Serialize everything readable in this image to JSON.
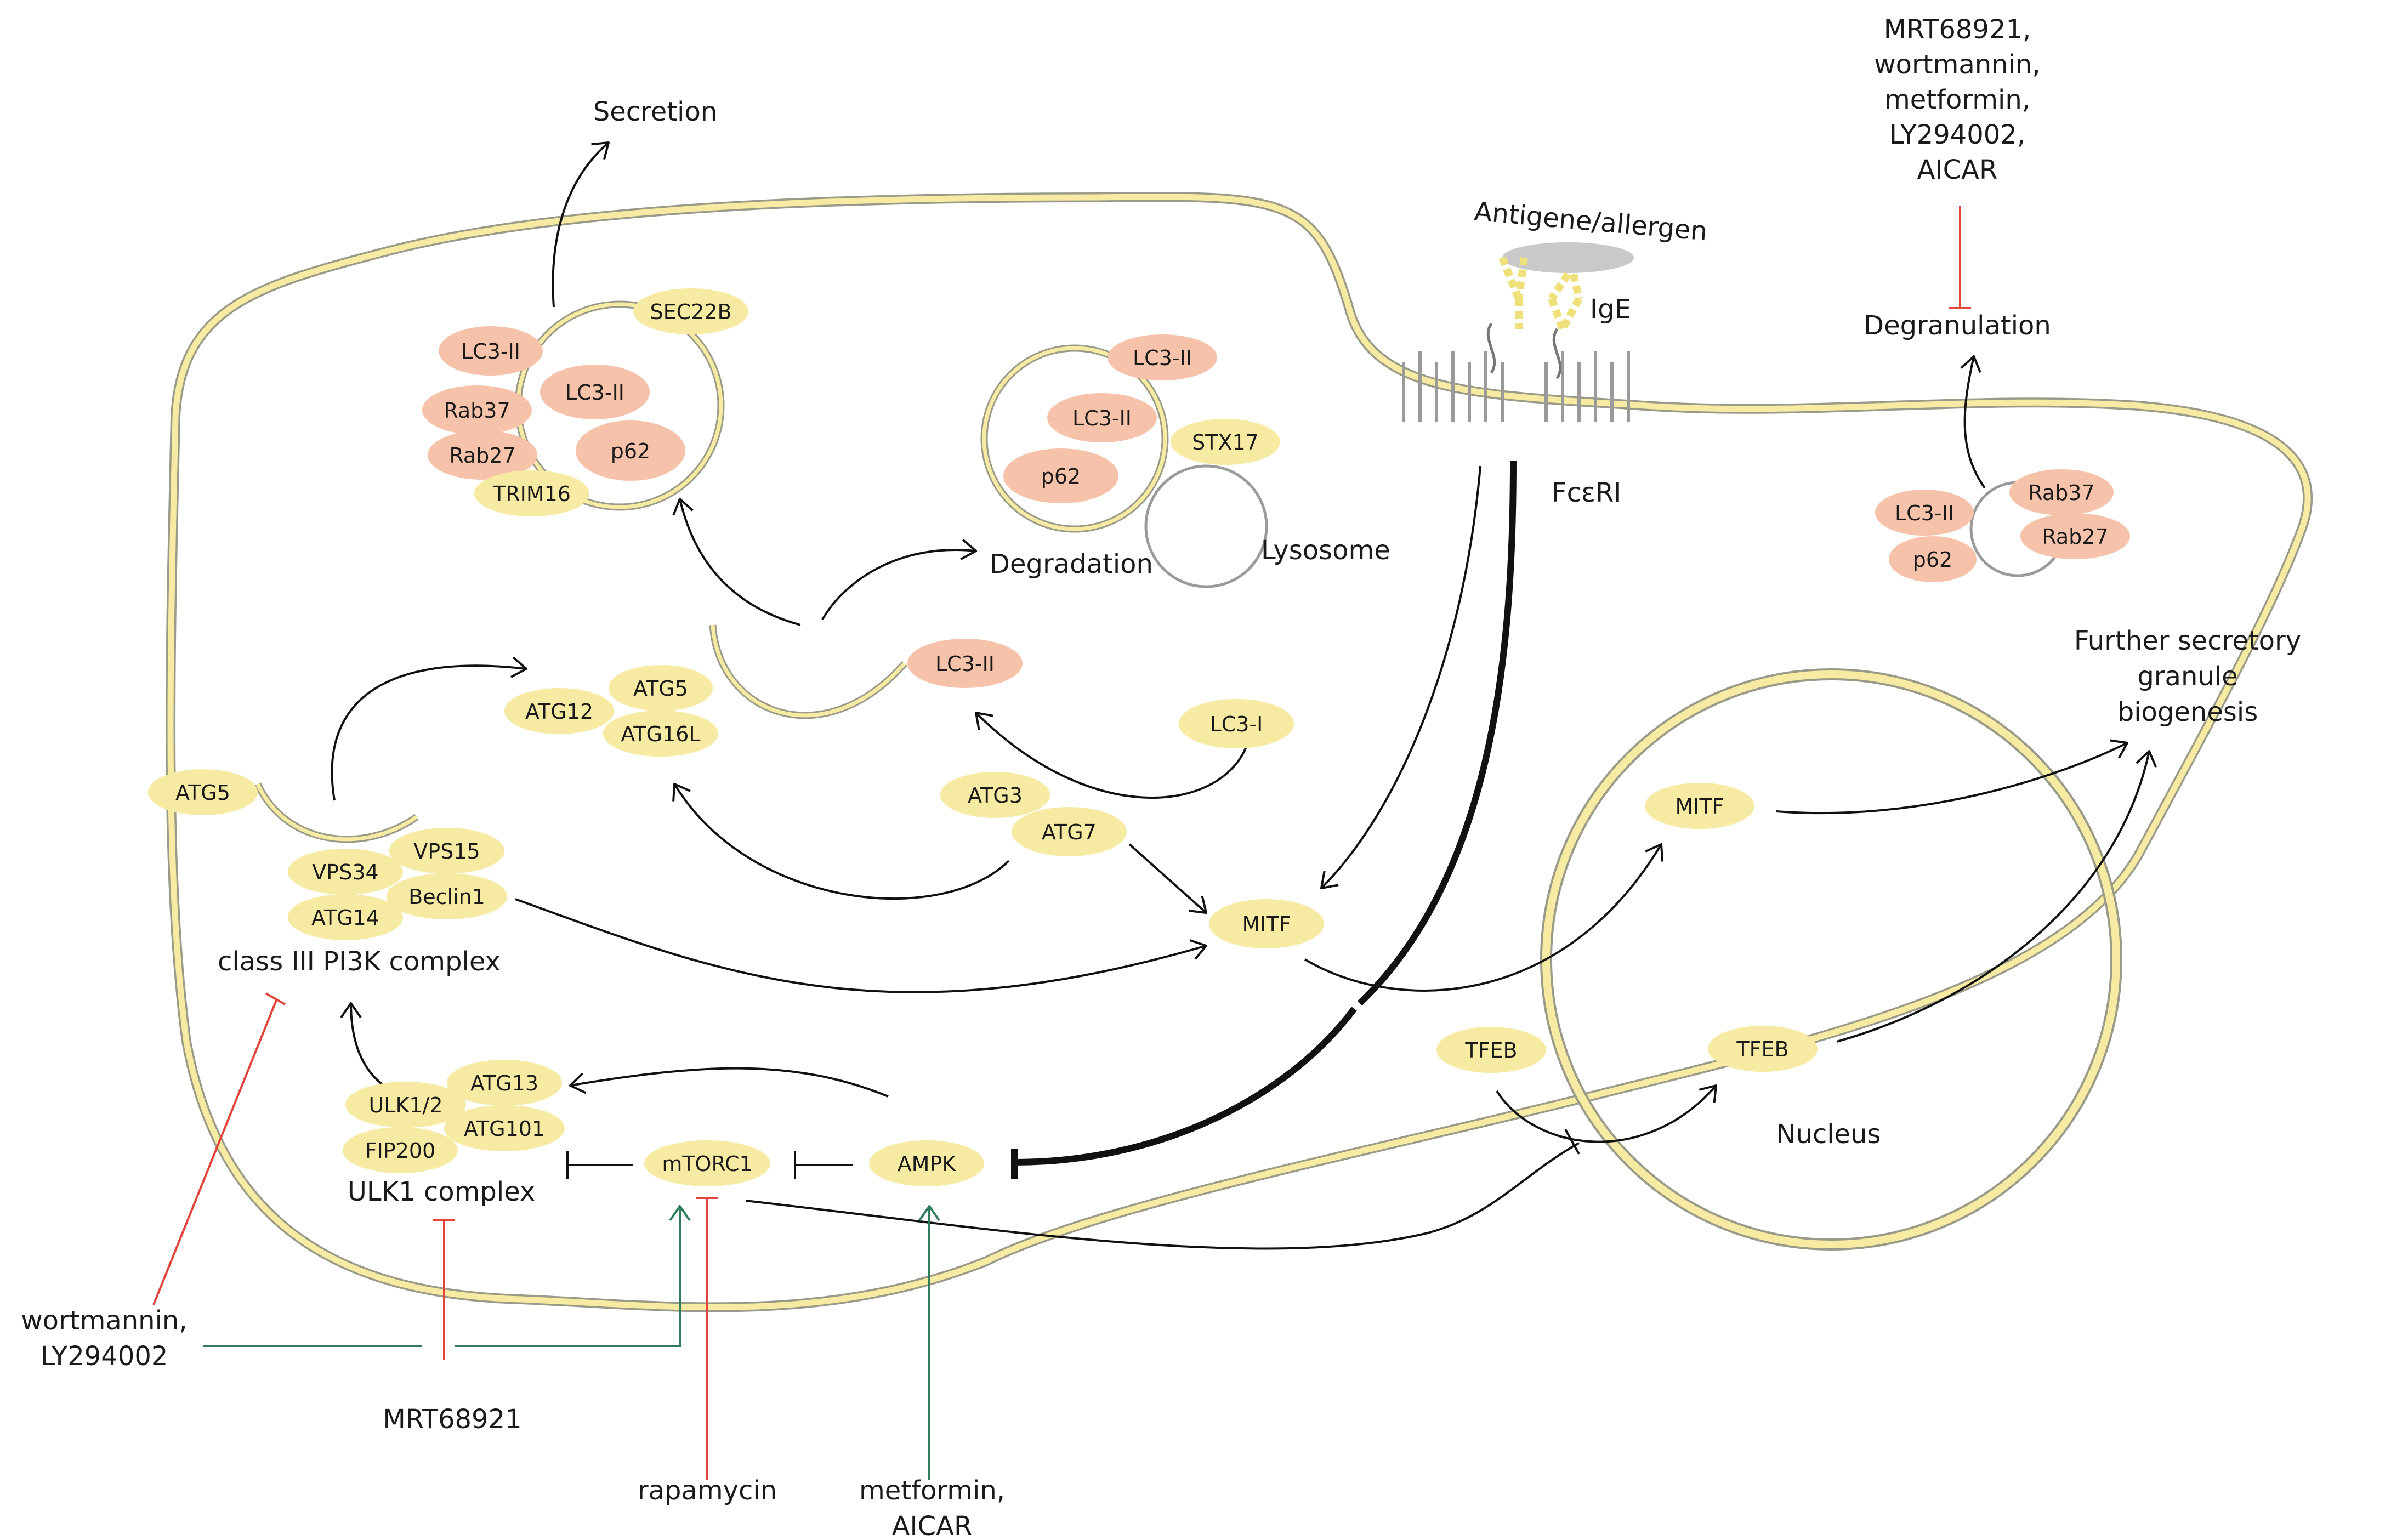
{
  "top_labels": {
    "secretion": "Secretion",
    "degradation": "Degradation",
    "lysosome": "Lysosome",
    "degranulation": "Degranulation",
    "further_secretory": [
      "Further secretory",
      "granule",
      "biogenesis"
    ],
    "antigen": "Antigene/allergen",
    "ige": "IgE",
    "fceri": "FcεRI",
    "nucleus": "Nucleus"
  },
  "complexes": {
    "pi3k": "class III PI3K complex",
    "ulk1": "ULK1 complex"
  },
  "drugs": {
    "top_right": [
      "MRT68921,",
      "wortmannin,",
      "metformin,",
      "LY294002,",
      "AICAR"
    ],
    "wortmannin": [
      "wortmannin,",
      "LY294002"
    ],
    "mrt": "MRT68921",
    "rapamycin": "rapamycin",
    "metformin": [
      "metformin,",
      "AICAR"
    ]
  },
  "molecules": {
    "sec_lc3_a": "LC3-II",
    "sec_lc3_b": "LC3-II",
    "sec22b": "SEC22B",
    "rab37": "Rab37",
    "rab27": "Rab27",
    "sec_p62": "p62",
    "trim16": "TRIM16",
    "deg_lc3_a": "LC3-II",
    "deg_lc3_b": "LC3-II",
    "stx17": "STX17",
    "deg_p62": "p62",
    "dg_lc3": "LC3-II",
    "dg_rab37": "Rab37",
    "dg_rab27": "Rab27",
    "dg_p62": "p62",
    "atg12": "ATG12",
    "atg5_mid": "ATG5",
    "atg16l": "ATG16L",
    "phag_lc3": "LC3-II",
    "lc3i": "LC3-I",
    "atg5_left": "ATG5",
    "vps34": "VPS34",
    "vps15": "VPS15",
    "beclin1": "Beclin1",
    "atg14": "ATG14",
    "atg3": "ATG3",
    "atg7": "ATG7",
    "mitf_cyt": "MITF",
    "mitf_nuc": "MITF",
    "tfeb_cyt": "TFEB",
    "tfeb_nuc": "TFEB",
    "ulk12": "ULK1/2",
    "atg13": "ATG13",
    "atg101": "ATG101",
    "fip200": "FIP200",
    "mtorc1": "mTORC1",
    "ampk": "AMPK"
  },
  "colors": {
    "yellow_protein": "#f7eaa2",
    "pink_protein": "#f6c3aa",
    "membrane": "#9a9a88",
    "inhibition_red": "#e0443a",
    "activation_green": "#2f7d5a"
  }
}
